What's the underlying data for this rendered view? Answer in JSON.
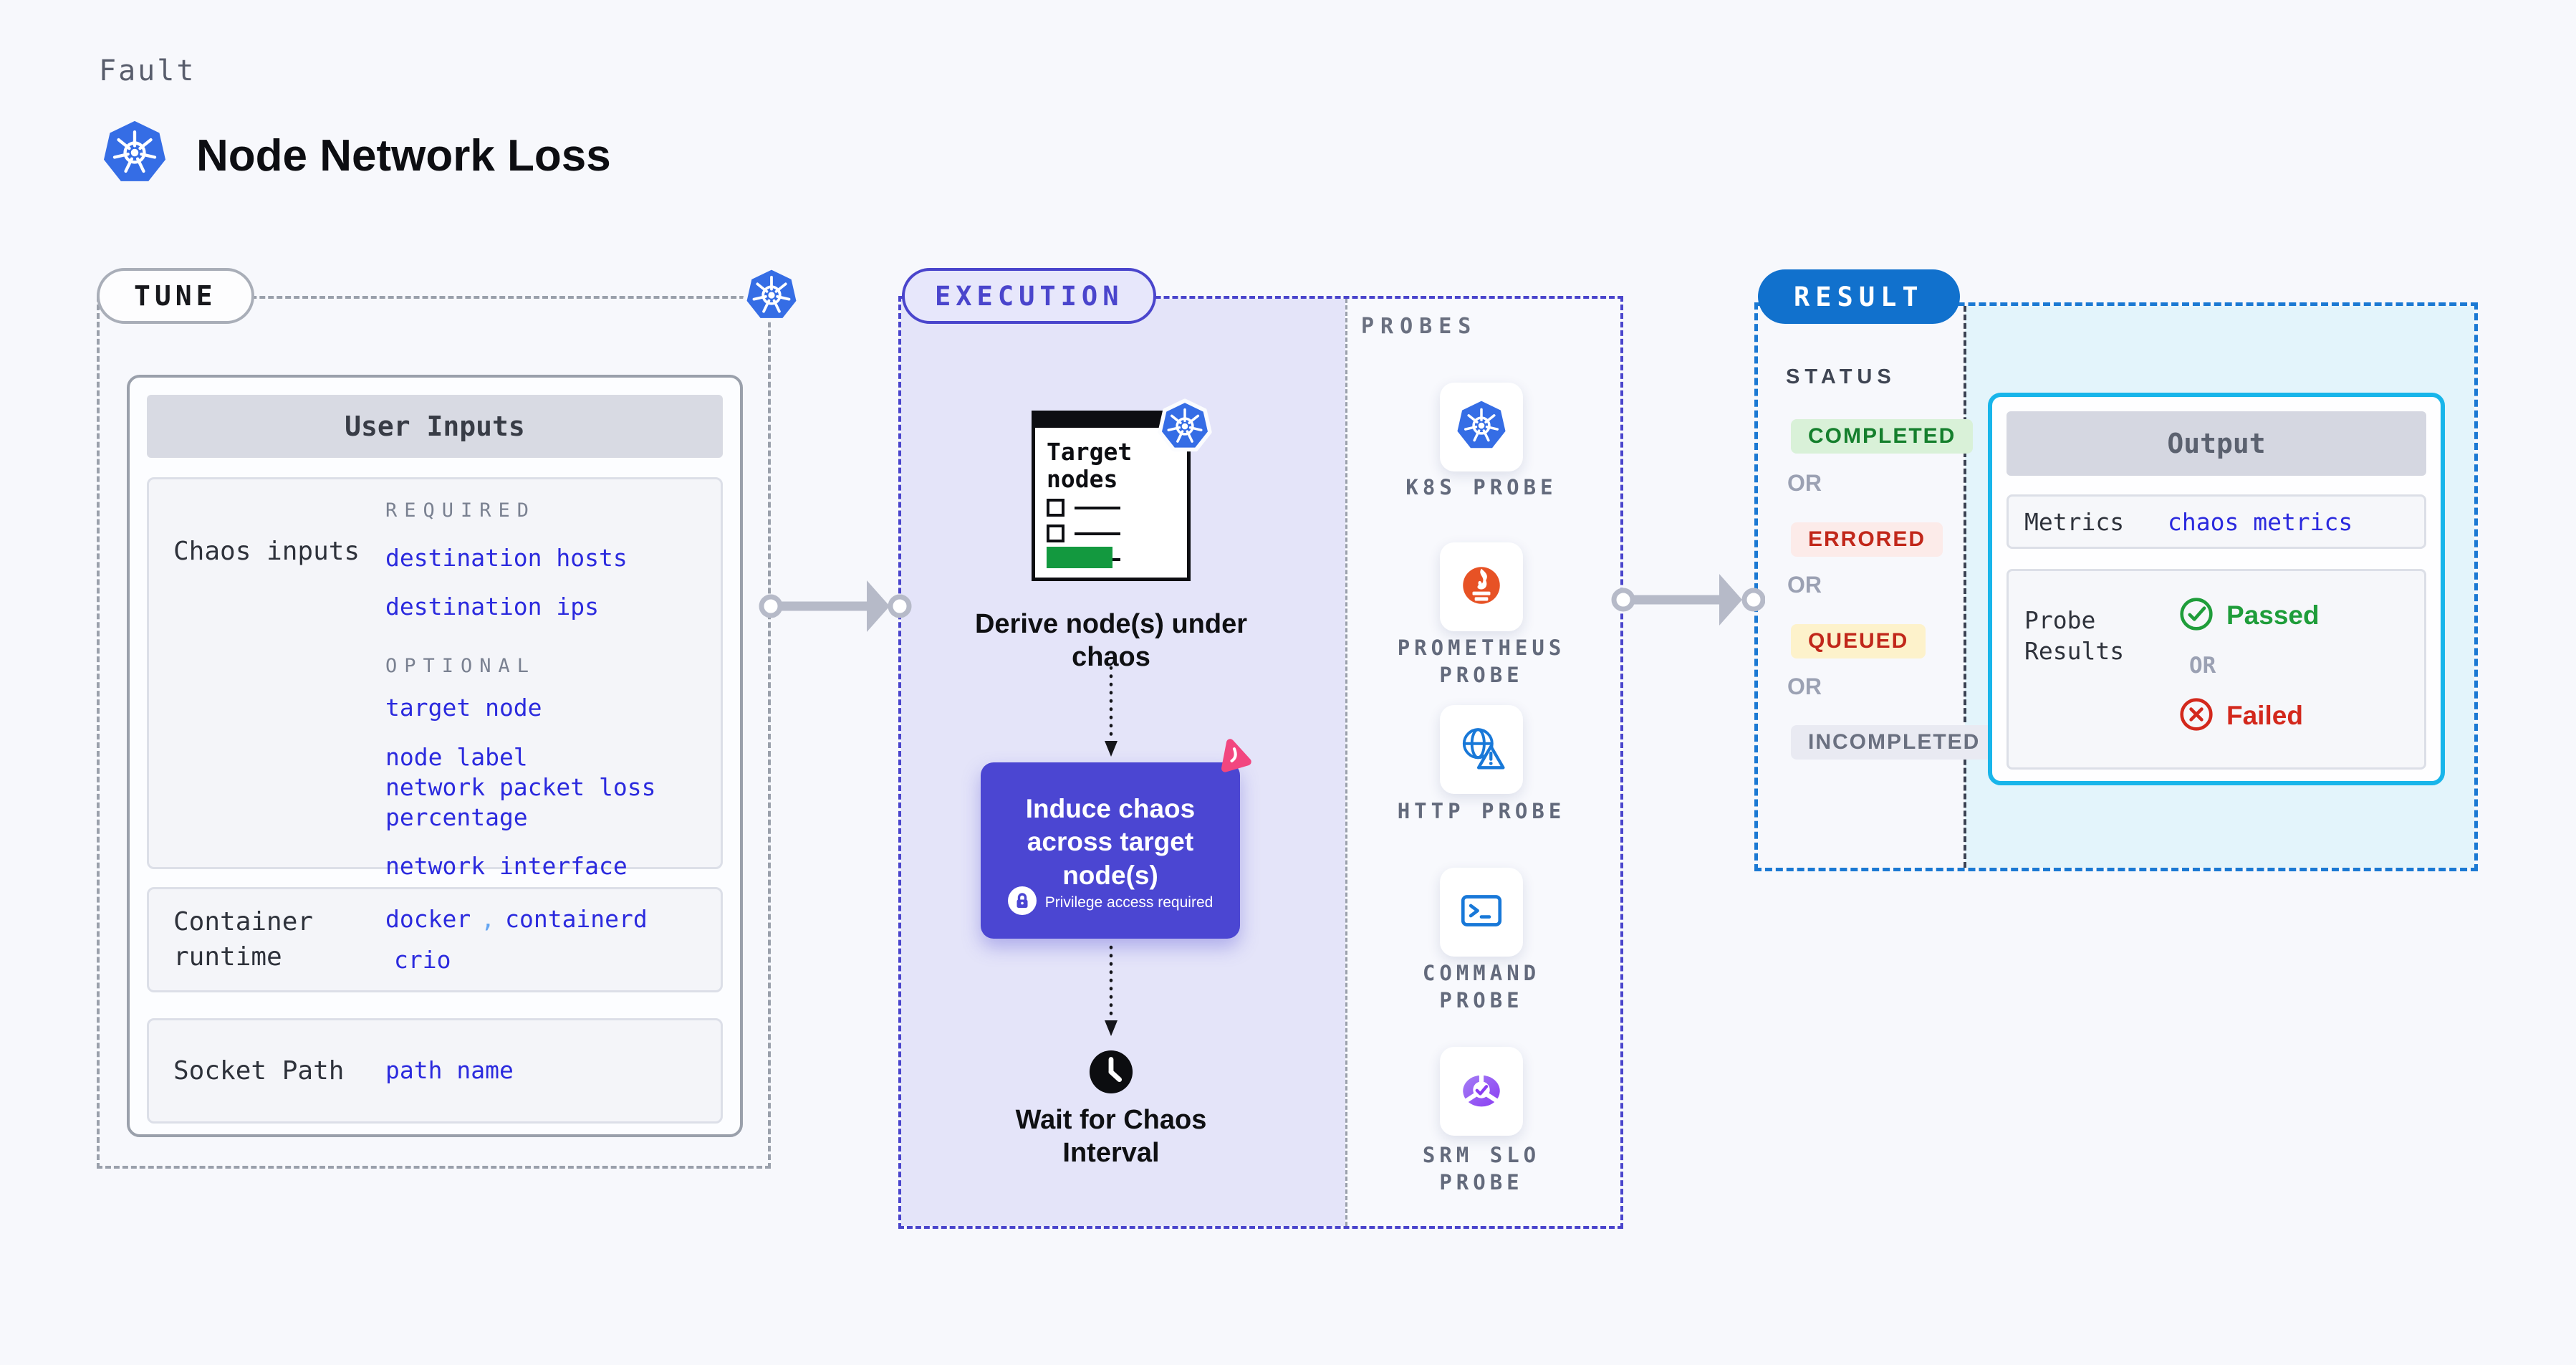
{
  "header": {
    "kicker": "Fault",
    "title": "Node Network Loss"
  },
  "tune": {
    "label": "TUNE",
    "user_inputs_title": "User Inputs",
    "chaos_inputs": {
      "label": "Chaos inputs",
      "required_heading": "REQUIRED",
      "required_links": [
        "destination hosts",
        "destination ips"
      ],
      "optional_heading": "OPTIONAL",
      "optional_links": [
        "target node",
        "node label",
        "network packet loss percentage",
        "network interface"
      ]
    },
    "container_runtime": {
      "label": "Container runtime",
      "value1": "docker",
      "separator": ",",
      "value2": "containerd",
      "value3": "crio"
    },
    "socket_path": {
      "label": "Socket Path",
      "value": "path name"
    }
  },
  "execution": {
    "label": "EXECUTION",
    "target_nodes_title": "Target nodes",
    "derive_caption": "Derive node(s) under chaos",
    "induce_title": "Induce chaos across target node(s)",
    "induce_badge": "Privilege access required",
    "wait_caption": "Wait for Chaos Interval"
  },
  "probes": {
    "heading": "PROBES",
    "items": [
      {
        "label": "K8S PROBE",
        "icon": "kubernetes-icon"
      },
      {
        "label": "PROMETHEUS PROBE",
        "icon": "prometheus-icon"
      },
      {
        "label": "HTTP PROBE",
        "icon": "http-globe-warning-icon"
      },
      {
        "label": "COMMAND PROBE",
        "icon": "terminal-icon"
      },
      {
        "label": "SRM SLO PROBE",
        "icon": "slo-pie-check-icon"
      }
    ]
  },
  "result": {
    "label": "RESULT",
    "status_heading": "STATUS",
    "or": "OR",
    "badges": [
      {
        "text": "COMPLETED",
        "type": "completed"
      },
      {
        "text": "ERRORED",
        "type": "errored"
      },
      {
        "text": "QUEUED",
        "type": "queued"
      },
      {
        "text": "INCOMPLETED",
        "type": "incompleted"
      }
    ],
    "output": {
      "title": "Output",
      "metrics_label": "Metrics",
      "metrics_link": "chaos metrics",
      "probe_results_label": "Probe Results",
      "passed": "Passed",
      "or": "OR",
      "failed": "Failed"
    }
  },
  "colors": {
    "page_bg": "#f7f8fc",
    "k8s_blue": "#356de5",
    "link_blue": "#2b2ade",
    "indigo": "#4a45cc",
    "execution_bg": "#e4e4f9",
    "result_blue": "#1171cd",
    "cyan_border": "#18b5ea",
    "cyan_bg": "#e3f4fb",
    "passed_green": "#1f9d3a",
    "failed_red": "#d3281c",
    "prometheus_orange": "#e75225",
    "litmus_pink": "#f2467f",
    "gray_border": "#9aa0ab"
  }
}
